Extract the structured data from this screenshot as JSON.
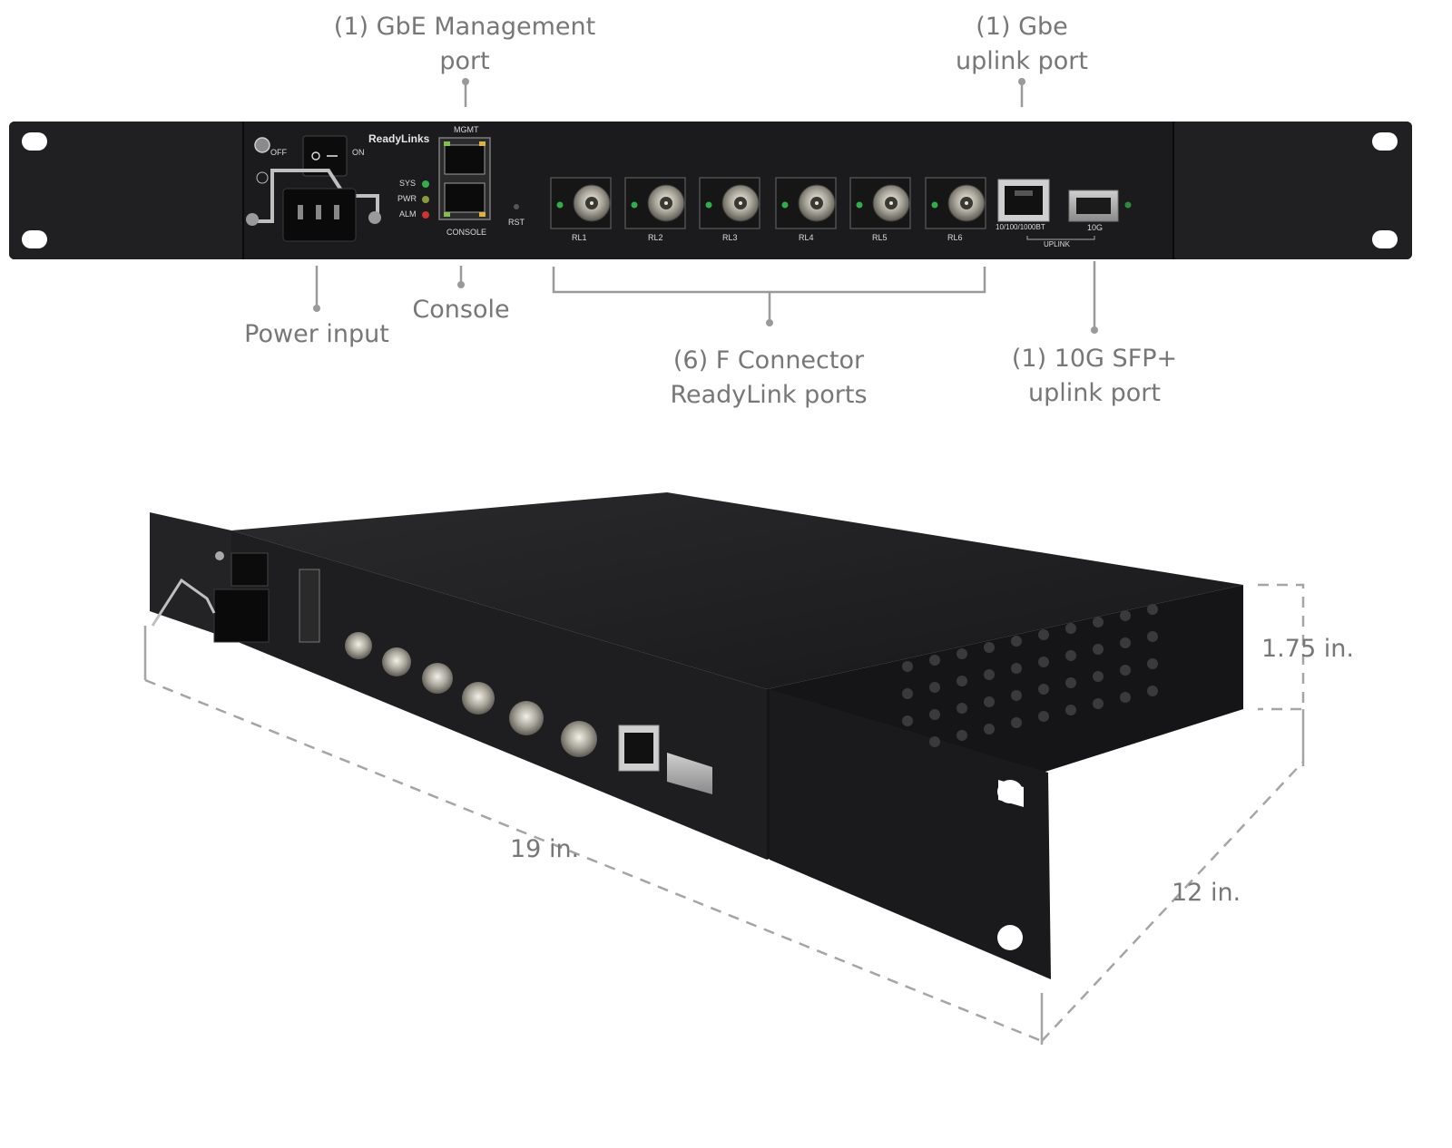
{
  "callouts": {
    "mgmt": "(1) GbE Management\nport",
    "gbe_uplink": "(1) Gbe\nuplink port",
    "power": "Power input",
    "console": "Console",
    "f_connector": "(6) F Connector\nReadyLink ports",
    "sfp": "(1) 10G SFP+\nuplink port"
  },
  "panel": {
    "brand": "ReadyLinks",
    "mgmt": "MGMT",
    "console": "CONSOLE",
    "rst": "RST",
    "off": "OFF",
    "on": "ON",
    "leds": [
      "SYS",
      "PWR",
      "ALM"
    ],
    "ports": [
      "RL1",
      "RL2",
      "RL3",
      "RL4",
      "RL5",
      "RL6"
    ],
    "rj45": "10/100/1000BT",
    "sfp": "10G",
    "uplink": "UPLINK"
  },
  "dimensions": {
    "height": "1.75 in.",
    "width": "19 in.",
    "depth": "12 in."
  },
  "colors": {
    "chassis": "#1b1b1d",
    "callout_text": "#777777",
    "leader_line": "#9a9a9a",
    "led_green": "#2fae4a",
    "led_red": "#d2322d"
  }
}
